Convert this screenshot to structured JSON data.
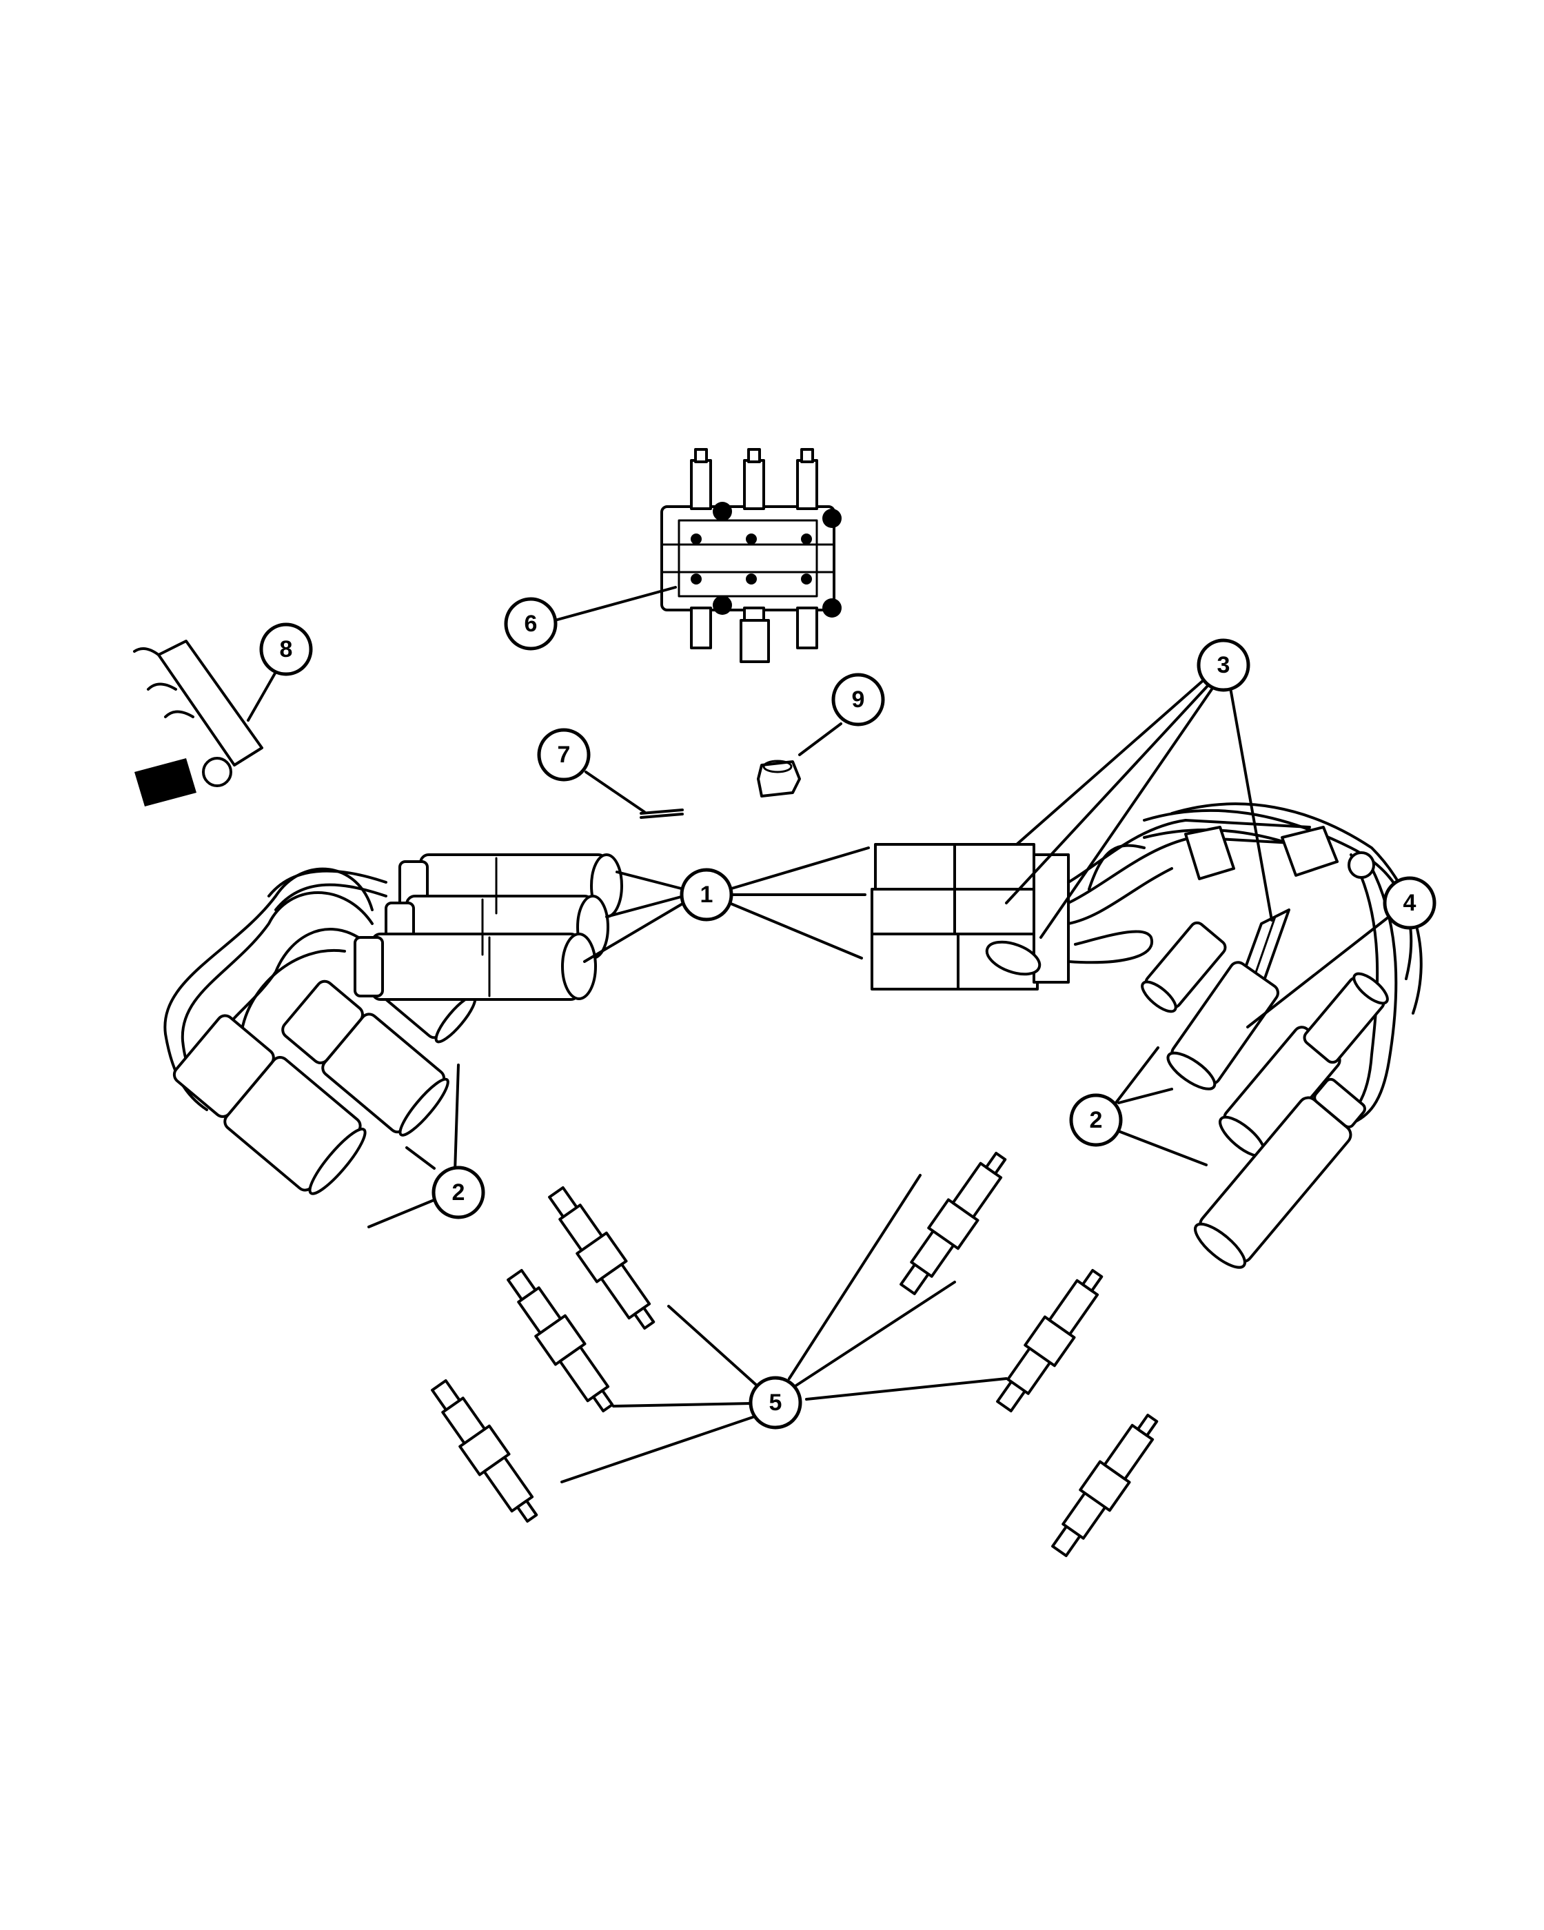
{
  "callouts": [
    {
      "id": "c1",
      "label": "1"
    },
    {
      "id": "c2a",
      "label": "2"
    },
    {
      "id": "c2b",
      "label": "2"
    },
    {
      "id": "c3",
      "label": "3"
    },
    {
      "id": "c4",
      "label": "4"
    },
    {
      "id": "c5",
      "label": "5"
    },
    {
      "id": "c6",
      "label": "6"
    },
    {
      "id": "c7",
      "label": "7"
    },
    {
      "id": "c8",
      "label": "8"
    },
    {
      "id": "c9",
      "label": "9"
    }
  ],
  "colors": {
    "line": "#000000",
    "background": "#ffffff"
  }
}
